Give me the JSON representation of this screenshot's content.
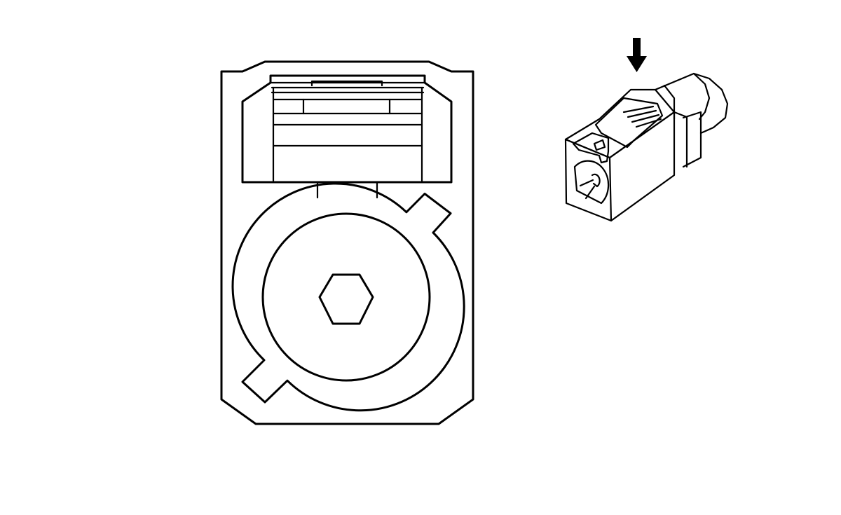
{
  "diagram": {
    "type": "connector-illustration",
    "views": [
      {
        "name": "front-face-view",
        "caption": ""
      },
      {
        "name": "isometric-view",
        "caption": ""
      }
    ],
    "indicator": {
      "name": "down-arrow-icon",
      "direction": "down"
    },
    "colors": {
      "line": "#000000",
      "background": "#ffffff"
    }
  }
}
